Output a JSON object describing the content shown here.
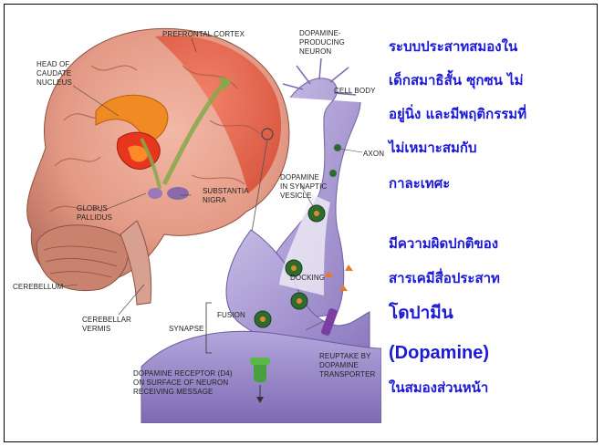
{
  "labels": {
    "prefrontal_cortex": "PREFRONTAL CORTEX",
    "head_caudate_1": "HEAD OF",
    "head_caudate_2": "CAUDATE",
    "head_caudate_3": "NUCLEUS",
    "dopamine_neuron_1": "DOPAMINE-",
    "dopamine_neuron_2": "PRODUCING",
    "dopamine_neuron_3": "NEURON",
    "cell_body": "CELL BODY",
    "axon": "AXON",
    "dopamine_vesicle_1": "DOPAMINE",
    "dopamine_vesicle_2": "IN SYNAPTIC",
    "dopamine_vesicle_3": "VESICLE",
    "substantia_1": "SUBSTANTIA",
    "substantia_2": "NIGRA",
    "globus_1": "GLOBUS",
    "globus_2": "PALLIDUS",
    "cerebellum": "CEREBELLUM",
    "docking": "DOCKING",
    "fusion": "FUSION",
    "synapse": "SYNAPSE",
    "cerebellar_1": "CEREBELLAR",
    "cerebellar_2": "VERMIS",
    "reuptake_1": "REUPTAKE BY",
    "reuptake_2": "DOPAMINE",
    "reuptake_3": "TRANSPORTER",
    "receptor_1": "DOPAMINE RECEPTOR (D4)",
    "receptor_2": "ON SURFACE OF NEURON",
    "receptor_3": "RECEIVING MESSAGE"
  },
  "text": {
    "line1": "ระบบประสาทสมองใน",
    "line2": "เด็กสมาธิสั้น ซุกซน ไม่",
    "line3": "อยู่นิ่ง และมีพฤติกรรมที่",
    "line4": "ไม่เหมาะสมกับ",
    "line5": "กาละเทศะ",
    "line6": "มีความผิดปกติของ",
    "line7": "สารเคมีสื่อประสาท",
    "line8": "โดปามีน",
    "line9": "(Dopamine)",
    "line10": "ในสมองส่วนหน้า"
  },
  "colors": {
    "text_blue": "#1c19d6",
    "brain_pink": "#e8a08c",
    "cortex_red": "#e8624c",
    "neuron_purple": "#a99ad0",
    "vesicle_green": "#2f6b2f"
  }
}
